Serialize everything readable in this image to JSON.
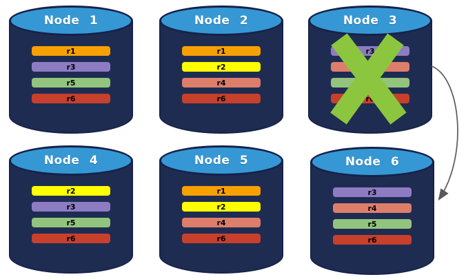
{
  "nodes": [
    {
      "title": "Node 1",
      "rows": [
        {
          "label": "r1",
          "color": "#F7A002"
        },
        {
          "label": "r3",
          "color": "#8E7CC3"
        },
        {
          "label": "r5",
          "color": "#93C47D"
        },
        {
          "label": "r6",
          "color": "#C7402B"
        }
      ]
    },
    {
      "title": "Node 2",
      "rows": [
        {
          "label": "r1",
          "color": "#F7A002"
        },
        {
          "label": "r2",
          "color": "#FFFF00"
        },
        {
          "label": "r4",
          "color": "#DD7E6B"
        },
        {
          "label": "r6",
          "color": "#C7402B"
        }
      ]
    },
    {
      "title": "Node 3",
      "rows": [
        {
          "label": "r3",
          "color": "#8E7CC3"
        },
        {
          "label": "r4",
          "color": "#DD7E6B"
        },
        {
          "label": "r5",
          "color": "#93C47D"
        },
        {
          "label": "r6",
          "color": "#C7402B"
        }
      ]
    },
    {
      "title": "Node 4",
      "rows": [
        {
          "label": "r2",
          "color": "#FFFF00"
        },
        {
          "label": "r3",
          "color": "#8E7CC3"
        },
        {
          "label": "r5",
          "color": "#93C47D"
        },
        {
          "label": "r6",
          "color": "#C7402B"
        }
      ]
    },
    {
      "title": "Node 5",
      "rows": [
        {
          "label": "r1",
          "color": "#F7A002"
        },
        {
          "label": "r2",
          "color": "#FFFF00"
        },
        {
          "label": "r4",
          "color": "#DD7E6B"
        },
        {
          "label": "r6",
          "color": "#C7402B"
        }
      ]
    },
    {
      "title": "Node 6",
      "rows": [
        {
          "label": "r3",
          "color": "#8E7CC3"
        },
        {
          "label": "r4",
          "color": "#DD7E6B"
        },
        {
          "label": "r5",
          "color": "#93C47D"
        },
        {
          "label": "r6",
          "color": "#C7402B"
        }
      ]
    }
  ],
  "annotations": {
    "failure_cross": {
      "node": "Node 3",
      "color": "#8CC63E"
    },
    "arrow": {
      "from": "Node 3",
      "to": "Node 6",
      "color": "#595959"
    }
  },
  "style_colors": {
    "cylinder_body": "#1F2C52",
    "cylinder_top": "#3598D5",
    "cylinder_outline": "#16224A",
    "title_text": "#FFFFFF",
    "row_text": "#000000"
  }
}
